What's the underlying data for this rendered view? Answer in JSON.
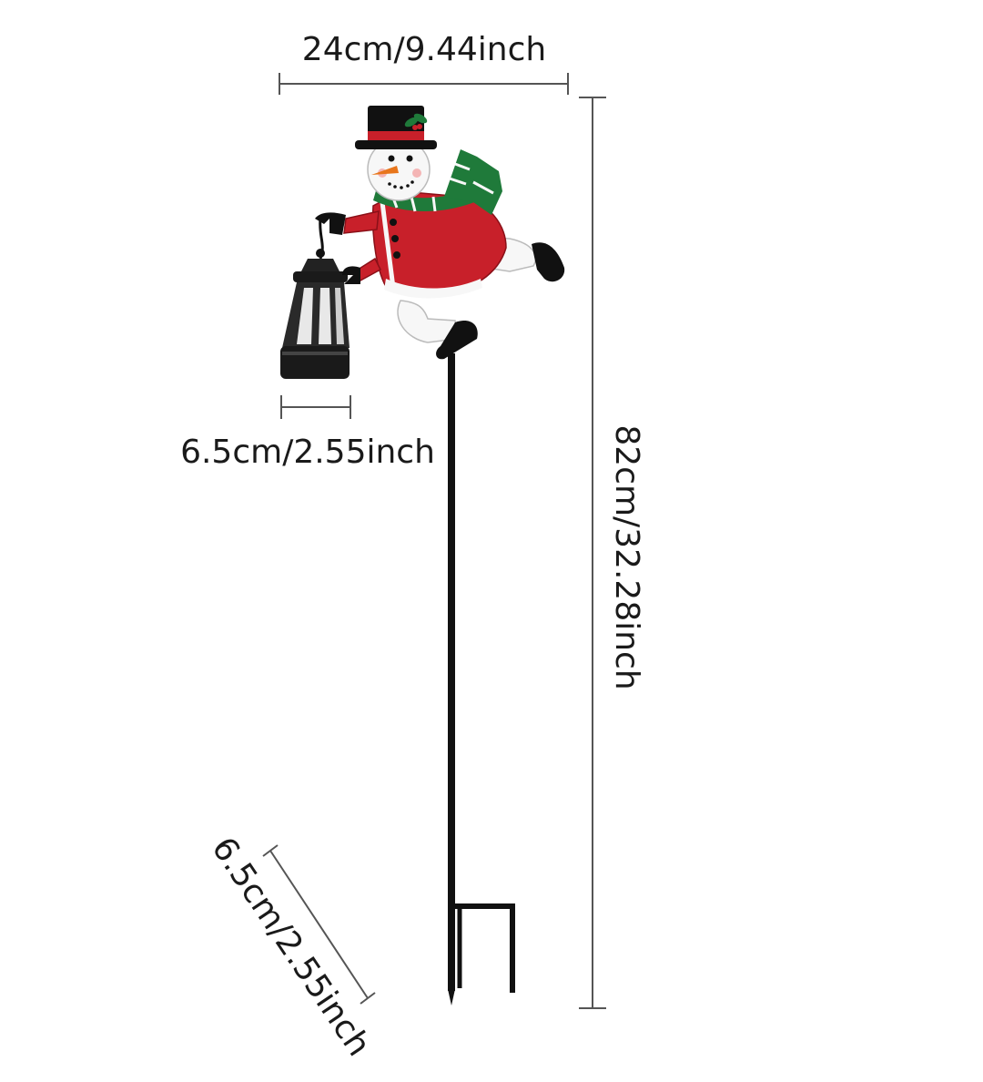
{
  "dimensions": {
    "width_label": "24cm/9.44inch",
    "lantern_label": "6.5cm/2.55inch",
    "height_label": "82cm/32.28inch",
    "base_label": "6.5cm/2.55inch"
  },
  "colors": {
    "background": "#ffffff",
    "dimension_line": "#555555",
    "stake": "#111111",
    "coat_red": "#c8202a",
    "scarf_green": "#1f7a3a",
    "hat_black": "#111111",
    "snow_white": "#f7f7f7"
  }
}
